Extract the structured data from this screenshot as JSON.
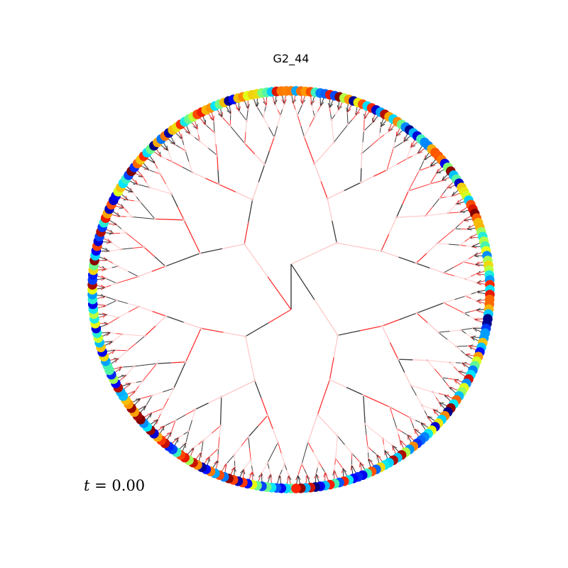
{
  "figure": {
    "title": "G2_44",
    "time_label": {
      "symbol": "t",
      "equals": " = ",
      "value": "0.00"
    }
  },
  "tree": {
    "layout": "radial",
    "levels": 9,
    "branching": 2,
    "leaf_count": 256,
    "edge_palette": [
      "#3a3a3a",
      "#ff3030",
      "#ffc8c8"
    ],
    "leaf_edge_colors": [
      "#222222",
      "#cc2222"
    ],
    "node_color": "#f2c8c8",
    "leaf_colormap": "jet",
    "leaf_colormap_stops": [
      "#00007f",
      "#0000ff",
      "#0080ff",
      "#00e5ff",
      "#7cff7a",
      "#e6ff14",
      "#ff9400",
      "#ff1e00",
      "#7f0000"
    ]
  }
}
